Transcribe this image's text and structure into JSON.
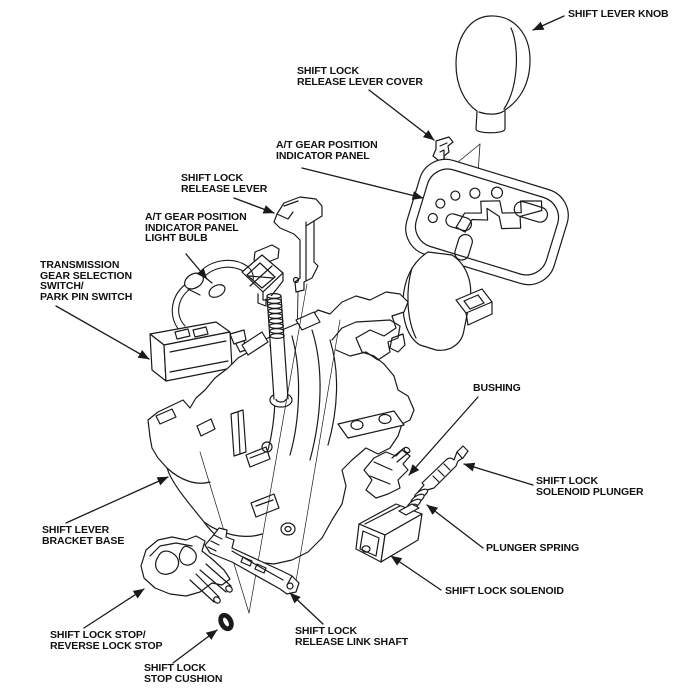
{
  "diagram_type": "exploded-parts-diagram",
  "subject": "shift lever assembly",
  "colors": {
    "line": "#1a1a1a",
    "background": "#ffffff",
    "text": "#111111"
  },
  "labels": {
    "shift_lever_knob": "SHIFT LEVER KNOB",
    "shift_lock_release_lever_cover": "SHIFT LOCK\nRELEASE LEVER COVER",
    "at_gear_position_indicator_panel": "A/T GEAR POSITION\nINDICATOR PANEL",
    "shift_lock_release_lever": "SHIFT LOCK\nRELEASE LEVER",
    "at_gear_position_indicator_panel_light_bulb": "A/T GEAR POSITION\nINDICATOR PANEL\nLIGHT BULB",
    "transmission_gear_selection_switch": "TRANSMISSION\nGEAR SELECTION\nSWITCH/\nPARK PIN SWITCH",
    "bushing": "BUSHING",
    "shift_lock_solenoid_plunger": "SHIFT LOCK\nSOLENOID PLUNGER",
    "plunger_spring": "PLUNGER SPRING",
    "shift_lever_bracket_base": "SHIFT LEVER\nBRACKET BASE",
    "shift_lock_solenoid": "SHIFT LOCK SOLENOID",
    "shift_lock_stop": "SHIFT LOCK STOP/\nREVERSE LOCK STOP",
    "shift_lock_stop_cushion": "SHIFT LOCK\nSTOP CUSHION",
    "shift_lock_release_link_shaft": "SHIFT LOCK\nRELEASE LINK SHAFT"
  }
}
